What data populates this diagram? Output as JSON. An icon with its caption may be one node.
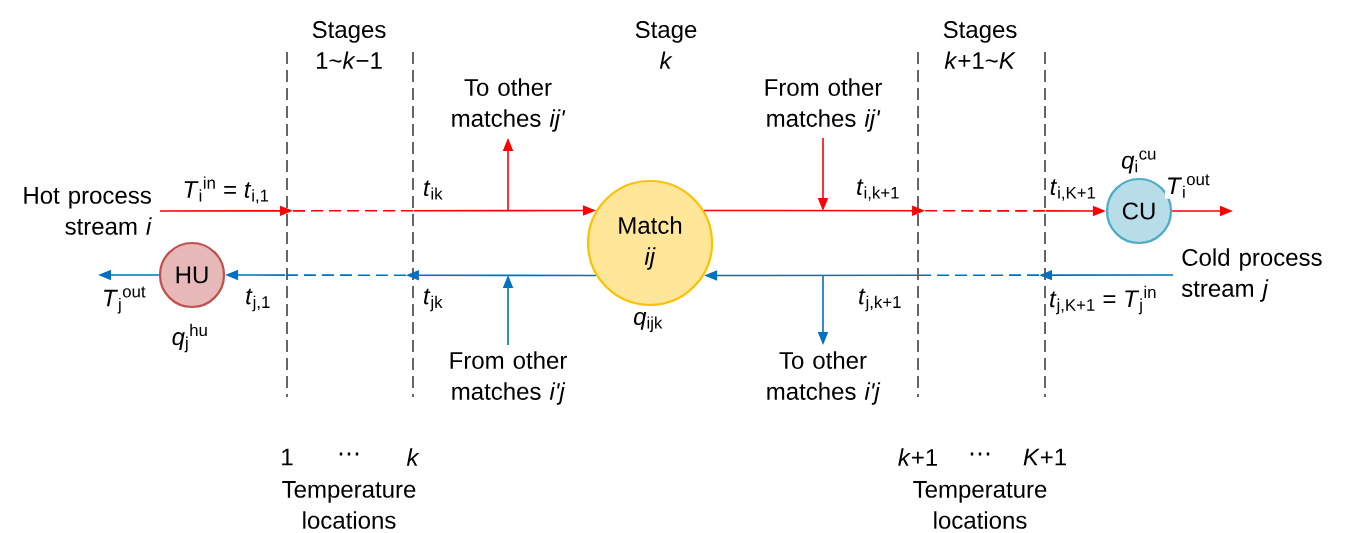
{
  "diagram": {
    "nodes": [
      {
        "text": [
          "Hot process stream *i*"
        ]
      },
      {
        "text": [
          "Match *ij*"
        ],
        "beside": [
          "*q*$_{ijk}$"
        ]
      },
      {
        "text": [
          "CU"
        ],
        "beside": [
          "*q*$_{i}$$^{cu}$"
        ]
      },
      {
        "text": [
          "HU"
        ],
        "beside": [
          "*q*$_{j}$$^{hu}$"
        ]
      },
      {
        "text": [
          "Cold process stream *j*"
        ]
      },
      {
        "text": [
          "To other matches *ij'*"
        ]
      },
      {
        "text": [
          "From other matches *ij'*"
        ]
      },
      {
        "text": [
          "From other matches *i'j*"
        ]
      },
      {
        "text": [
          "To other matches *i'j*"
        ]
      }
    ],
    "edges": [
      {
        "from": 0,
        "to": 1,
        "arrow": "to",
        "style": "dashed",
        "color": "#ff0000"
      },
      {
        "from": 1,
        "to": 2,
        "arrow": "to",
        "style": "dashed",
        "color": "#ff0000"
      },
      {
        "from": 2,
        "to": null,
        "arrow": "to",
        "label": "*T*$_{i}$$^{out}$",
        "color": "#ff0000"
      },
      {
        "from": 4,
        "to": 1,
        "arrow": "to",
        "style": "dashed",
        "color": "#0070c0"
      },
      {
        "from": 1,
        "to": 3,
        "arrow": "to",
        "style": "dashed",
        "color": "#0070c0"
      },
      {
        "from": 3,
        "to": null,
        "arrow": "to",
        "label": "*T*$_{j}$$^{out}$",
        "color": "#0070c0"
      },
      {
        "from": null,
        "to": 5,
        "arrow": "to",
        "color": "#ff0000"
      },
      {
        "from": 6,
        "to": null,
        "arrow": "to",
        "color": "#ff0000"
      },
      {
        "from": 7,
        "to": null,
        "arrow": "to",
        "color": "#0070c0"
      },
      {
        "from": null,
        "to": 8,
        "arrow": "to",
        "color": "#0070c0"
      }
    ],
    "labels": [
      "Stages 1~*k*−1",
      "Stage *k*",
      "Stages *k*+1~*K*",
      "*T*$_{i}$$^{in}$ = *t*$_{i,1}$",
      "*t*$_{ik}$",
      "*t*$_{i,k+1}$",
      "*t*$_{i,K+1}$",
      "*t*$_{j,1}$",
      "*t*$_{jk}$",
      "*t*$_{j,k+1}$",
      "*t*$_{j,K+1}$ = *T*$_{j}$$^{in}$",
      "1",
      "⋯",
      "*k*",
      "*k*+1",
      "⋯",
      "*K*+1",
      "Temperature locations",
      "Temperature locations"
    ]
  }
}
